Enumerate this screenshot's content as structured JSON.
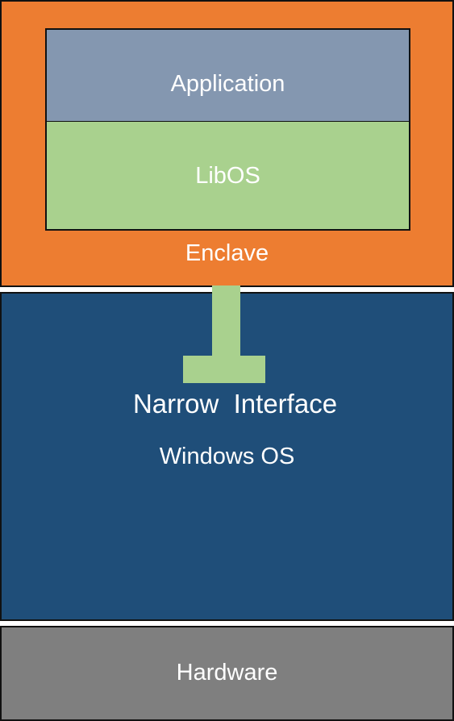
{
  "enclave": {
    "label": "Enclave",
    "color": "#ed7d31"
  },
  "application": {
    "label": "Application",
    "color": "#8497b0"
  },
  "libos": {
    "label": "LibOS",
    "color": "#a9d18e"
  },
  "windows_os": {
    "label": "Windows OS",
    "color": "#1f4e79"
  },
  "narrow_interface": {
    "label": "Narrow  Interface",
    "color": "#a9d18e"
  },
  "hardware": {
    "label": "Hardware",
    "color": "#7f7f7f"
  }
}
